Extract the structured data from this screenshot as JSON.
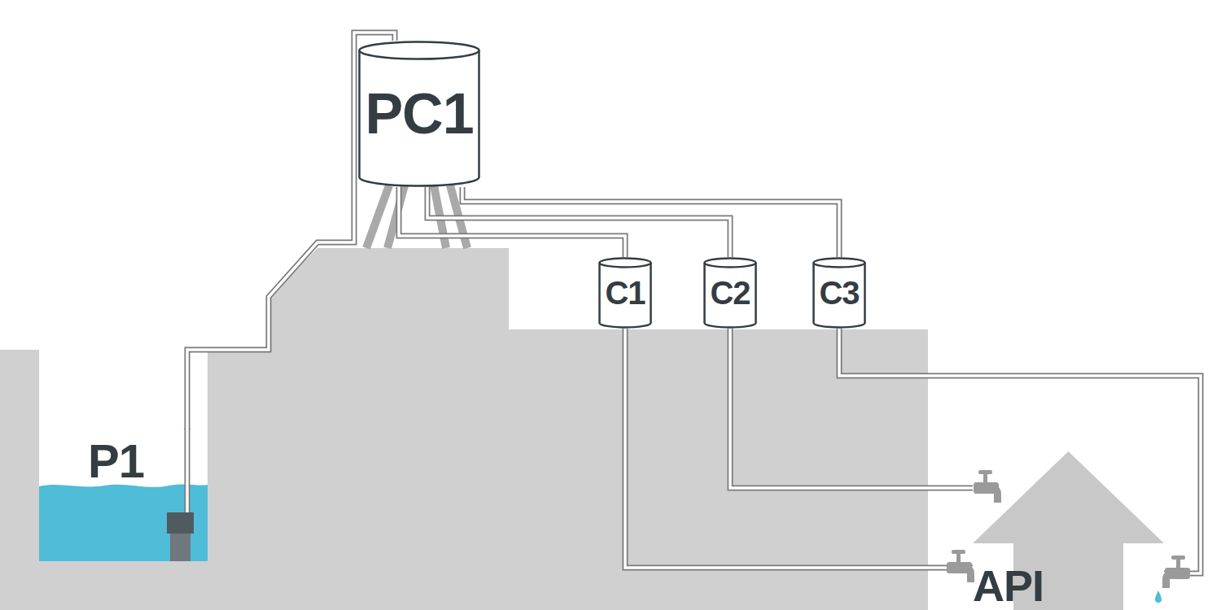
{
  "diagram": {
    "nodes": [
      {
        "text": [
          "P1"
        ]
      },
      {
        "text": [
          "PC1"
        ]
      },
      {
        "text": [
          "C1"
        ]
      },
      {
        "text": [
          "C2"
        ]
      },
      {
        "text": [
          "C3"
        ]
      },
      {
        "text": [
          "API"
        ]
      }
    ],
    "edges": [
      {
        "from": 0,
        "to": 1,
        "arrow": "none"
      },
      {
        "from": 1,
        "to": 2,
        "arrow": "none"
      },
      {
        "from": 1,
        "to": 3,
        "arrow": "none"
      },
      {
        "from": 1,
        "to": 4,
        "arrow": "none"
      },
      {
        "from": 2,
        "to": 5,
        "arrow": "none"
      },
      {
        "from": 3,
        "to": 5,
        "arrow": "none"
      },
      {
        "from": 4,
        "to": 5,
        "arrow": "none"
      }
    ]
  }
}
